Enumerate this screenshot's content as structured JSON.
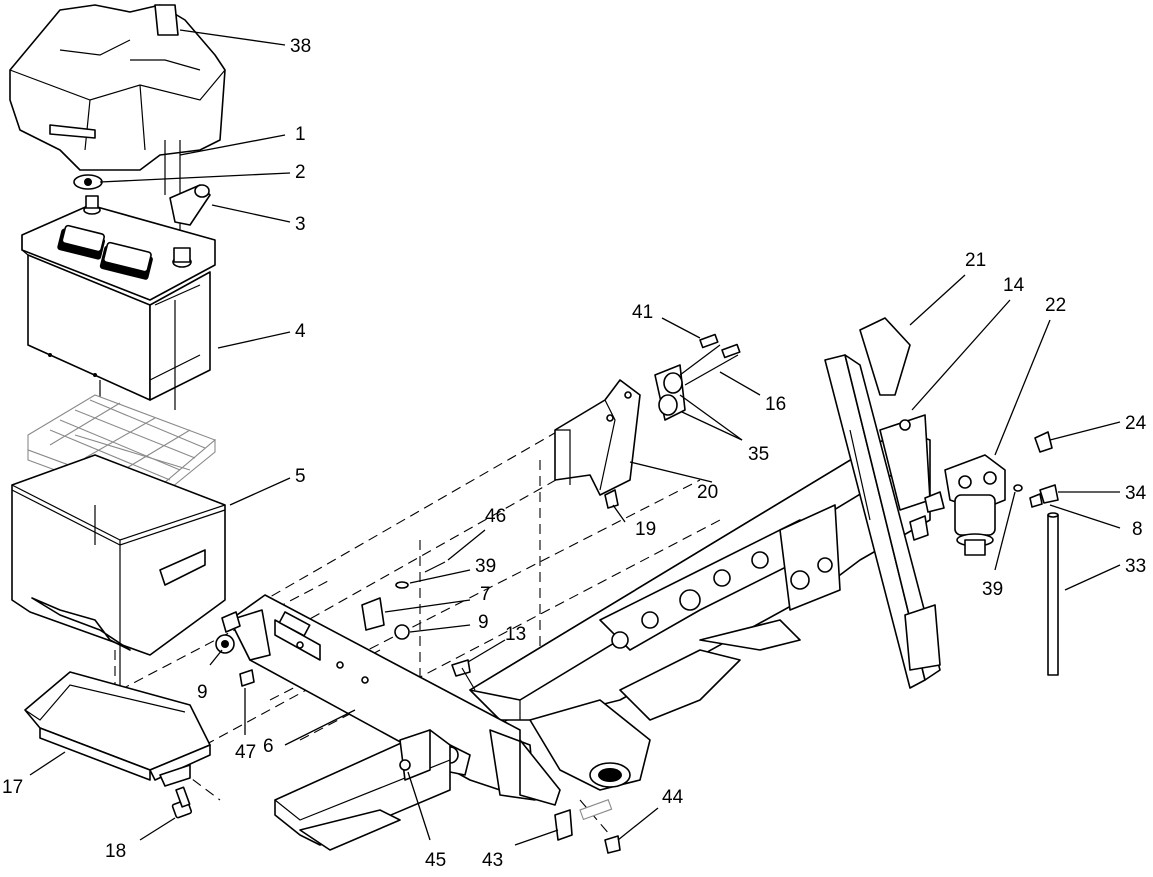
{
  "callouts": [
    {
      "id": "c38",
      "label": "38"
    },
    {
      "id": "c1",
      "label": "1"
    },
    {
      "id": "c2",
      "label": "2"
    },
    {
      "id": "c3",
      "label": "3"
    },
    {
      "id": "c4",
      "label": "4"
    },
    {
      "id": "c5",
      "label": "5"
    },
    {
      "id": "c17",
      "label": "17"
    },
    {
      "id": "c18",
      "label": "18"
    },
    {
      "id": "c9a",
      "label": "9"
    },
    {
      "id": "c47",
      "label": "47"
    },
    {
      "id": "c6",
      "label": "6"
    },
    {
      "id": "c45",
      "label": "45"
    },
    {
      "id": "c43",
      "label": "43"
    },
    {
      "id": "c44",
      "label": "44"
    },
    {
      "id": "c46",
      "label": "46"
    },
    {
      "id": "c39a",
      "label": "39"
    },
    {
      "id": "c7",
      "label": "7"
    },
    {
      "id": "c9b",
      "label": "9"
    },
    {
      "id": "c13",
      "label": "13"
    },
    {
      "id": "c41",
      "label": "41"
    },
    {
      "id": "c16",
      "label": "16"
    },
    {
      "id": "c35",
      "label": "35"
    },
    {
      "id": "c20",
      "label": "20"
    },
    {
      "id": "c19",
      "label": "19"
    },
    {
      "id": "c21",
      "label": "21"
    },
    {
      "id": "c14",
      "label": "14"
    },
    {
      "id": "c22",
      "label": "22"
    },
    {
      "id": "c24",
      "label": "24"
    },
    {
      "id": "c34",
      "label": "34"
    },
    {
      "id": "c8",
      "label": "8"
    },
    {
      "id": "c39b",
      "label": "39"
    },
    {
      "id": "c33",
      "label": "33"
    }
  ]
}
